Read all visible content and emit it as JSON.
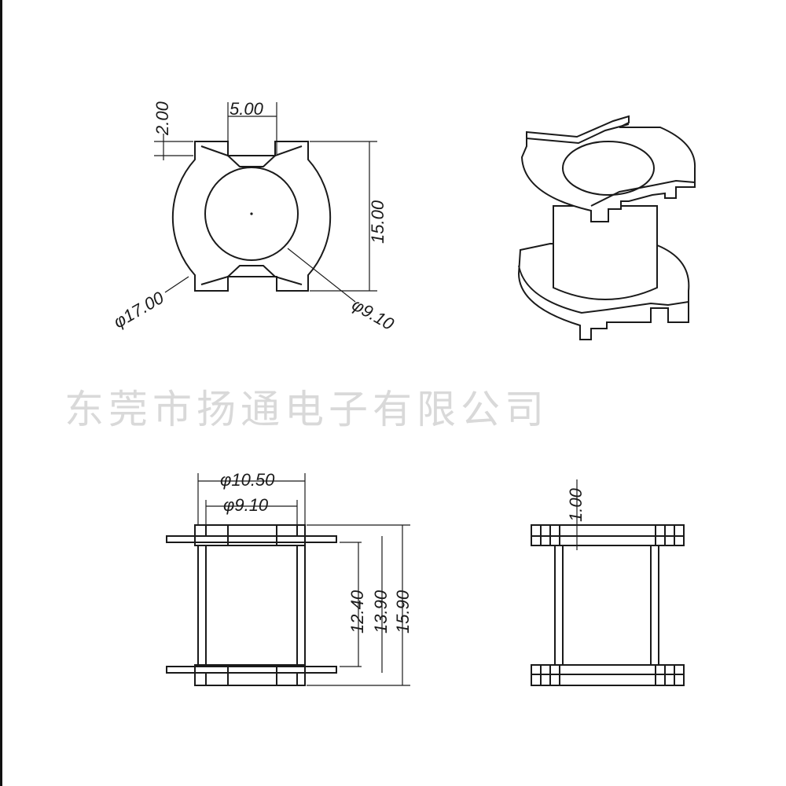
{
  "watermark": "东莞市扬通电子有限公司",
  "top_view": {
    "width_dim": "5.00",
    "tab_dim": "2.00",
    "height_dim": "15.00",
    "outer_diameter_dim": "φ17.00",
    "core_diameter_dim": "φ9.10"
  },
  "front_view": {
    "outer_tube_dim": "φ10.50",
    "inner_tube_dim": "φ9.10",
    "inner_height_dim": "12.40",
    "mid_height_dim": "13.90",
    "overall_height_dim": "15.90"
  },
  "side_view": {
    "flange_thickness_dim": "1.00"
  },
  "colors": {
    "line": "#1a1a1a",
    "watermark": "#d9d9d9"
  }
}
